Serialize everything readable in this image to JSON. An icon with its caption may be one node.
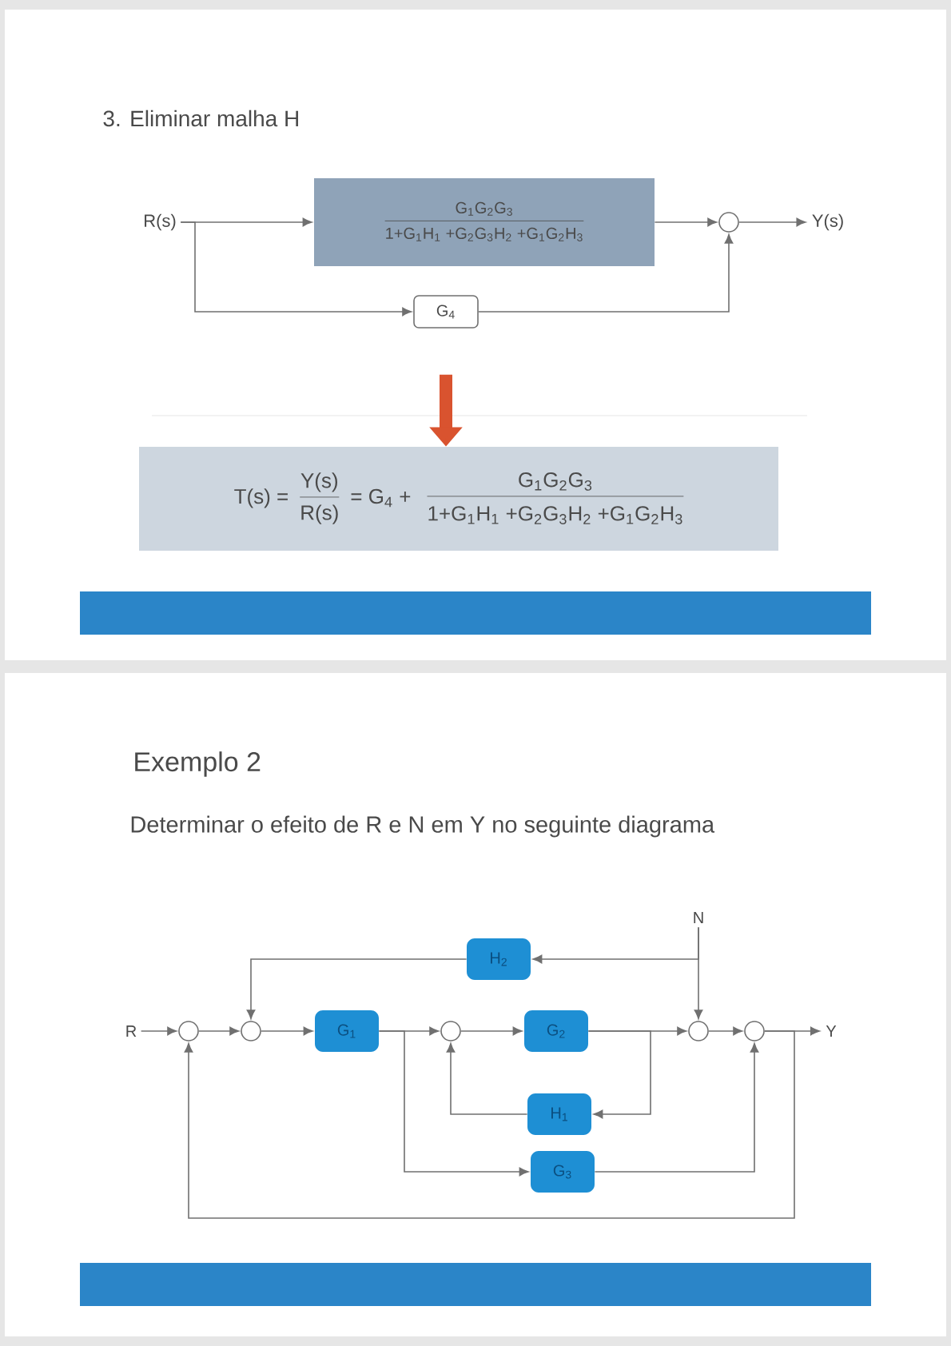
{
  "diagram": {
    "nodes": [
      {
        "text": [
          "R(s)"
        ]
      },
      {
        "text": [
          "G$_{1}$G$_{2}$G$_{3}$",
          "1+G$_{1}$H$_{1}$ +G$_{2}$G$_{3}$H$_{2}$ +G$_{1}$G$_{2}$H$_{3}$"
        ]
      },
      {
        "text": [],
        "shape": "circle"
      },
      {
        "text": [
          "G$_{4}$"
        ]
      },
      {
        "text": [
          "Y(s)"
        ]
      },
      {
        "text": [
          "T(s) =",
          "Y(s)",
          "R(s)",
          "= G$_{4}$ +",
          "G$_{1}$G$_{2}$G$_{3}$",
          "1+G$_{1}$H$_{1}$ +G$_{2}$G$_{3}$H$_{2}$ +G$_{1}$G$_{2}$H$_{3}$"
        ]
      },
      {
        "text": [
          "R"
        ]
      },
      {
        "text": [],
        "shape": "circle"
      },
      {
        "text": [],
        "shape": "circle"
      },
      {
        "text": [
          "G$_{1}$"
        ]
      },
      {
        "text": [],
        "shape": "circle"
      },
      {
        "text": [
          "G$_{2}$"
        ]
      },
      {
        "text": [
          "H$_{1}$"
        ]
      },
      {
        "text": [
          "G$_{3}$"
        ]
      },
      {
        "text": [
          "H$_{2}$"
        ]
      },
      {
        "text": [
          "N"
        ]
      },
      {
        "text": [],
        "shape": "circle"
      },
      {
        "text": [],
        "shape": "circle"
      },
      {
        "text": [
          "Y"
        ]
      }
    ],
    "edges": [
      {
        "from": 0,
        "to": 1,
        "arrow": "to"
      },
      {
        "from": 1,
        "to": 2,
        "arrow": "to"
      },
      {
        "from": 0,
        "to": 3,
        "arrow": "to"
      },
      {
        "from": 3,
        "to": 2,
        "arrow": "to"
      },
      {
        "from": 2,
        "to": 4,
        "arrow": "to"
      },
      {
        "from": 6,
        "to": 7,
        "arrow": "to"
      },
      {
        "from": 7,
        "to": 8,
        "arrow": "to"
      },
      {
        "from": 8,
        "to": 9,
        "arrow": "to"
      },
      {
        "from": 9,
        "to": 10,
        "arrow": "to"
      },
      {
        "from": 10,
        "to": 11,
        "arrow": "to"
      },
      {
        "from": 11,
        "to": 16,
        "arrow": "to"
      },
      {
        "from": 11,
        "to": 12,
        "arrow": "to"
      },
      {
        "from": 12,
        "to": 10,
        "arrow": "to"
      },
      {
        "from": 9,
        "to": 13,
        "arrow": "to"
      },
      {
        "from": 13,
        "to": 17,
        "arrow": "to"
      },
      {
        "from": 15,
        "to": 16,
        "arrow": "to"
      },
      {
        "from": 15,
        "to": 14,
        "arrow": "to"
      },
      {
        "from": 14,
        "to": 8,
        "arrow": "to"
      },
      {
        "from": 16,
        "to": 17,
        "arrow": "to"
      },
      {
        "from": 17,
        "to": 18,
        "arrow": "to"
      },
      {
        "from": 17,
        "to": 7,
        "arrow": "to"
      },
      {
        "from": 3,
        "to": 5,
        "arrow": "to",
        "style": "thick",
        "color": "#d9532f"
      }
    ],
    "labels": [
      "3. Eliminar malha H",
      "Exemplo 2",
      "Determinar o efeito de R e N em Y no seguinte diagrama"
    ]
  }
}
